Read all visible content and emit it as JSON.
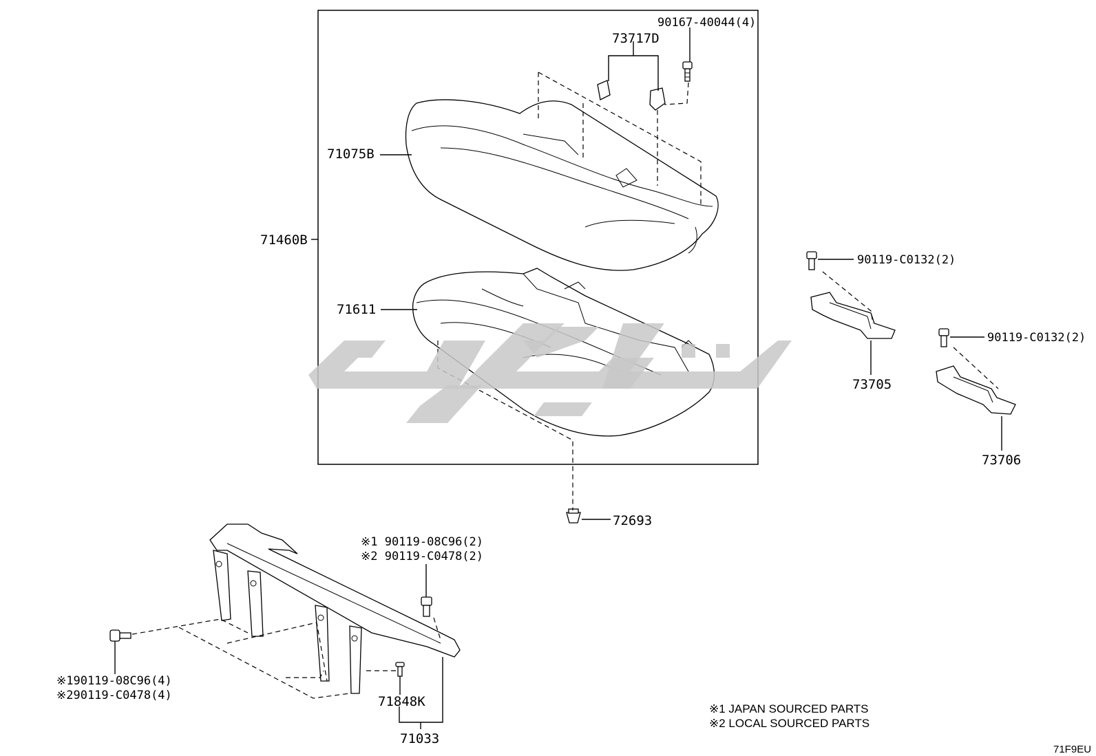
{
  "labels": {
    "p90167": "90167-40044(4)",
    "p73717D": "73717D",
    "p71075B": "71075B",
    "p71460B": "71460B",
    "p71611": "71611",
    "p90119_a": "90119-C0132(2)",
    "p73705": "73705",
    "p90119_b": "90119-C0132(2)",
    "p73706": "73706",
    "p72693": "72693",
    "p90119_08C96_2": "※1 90119-08C96(2)",
    "p90119_C0478_2": "※2 90119-C0478(2)",
    "p90119_08C96_4": "※190119-08C96(4)",
    "p90119_C0478_4": "※290119-C0478(4)",
    "p71848K": "71848K",
    "p71033": "71033"
  },
  "notes": {
    "note1": "※1 JAPAN SOURCED PARTS",
    "note2": "※2 LOCAL SOURCED PARTS"
  },
  "figure_code": "71F9EU"
}
